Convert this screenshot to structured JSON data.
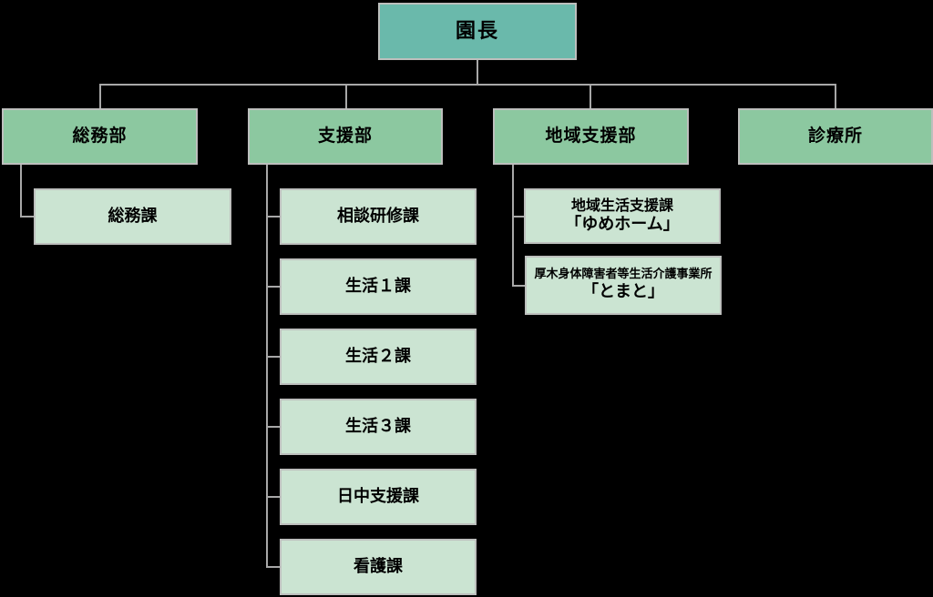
{
  "palette": {
    "background": "#000000",
    "root_fill": "#6ab9ab",
    "dept_fill": "#8cc8a0",
    "unit_fill": "#cbe4d2",
    "box_border": "#bdbfbd",
    "connector_line": "#a8a8a8",
    "text": "#000000"
  },
  "org": {
    "root": {
      "label": "園長"
    },
    "departments": [
      {
        "label": "総務部",
        "units": [
          {
            "label": "総務課"
          }
        ]
      },
      {
        "label": "支援部",
        "units": [
          {
            "label": "相談研修課"
          },
          {
            "label": "生活１課"
          },
          {
            "label": "生活２課"
          },
          {
            "label": "生活３課"
          },
          {
            "label": "日中支援課"
          },
          {
            "label": "看護課"
          }
        ]
      },
      {
        "label": "地域支援部",
        "units": [
          {
            "label_line1": "地域生活支援課",
            "label_line2": "「ゆめホーム」"
          },
          {
            "label_line1": "厚木身体障害者等生活介護事業所",
            "label_line2": "「とまと」"
          }
        ]
      },
      {
        "label": "診療所",
        "units": []
      }
    ]
  }
}
